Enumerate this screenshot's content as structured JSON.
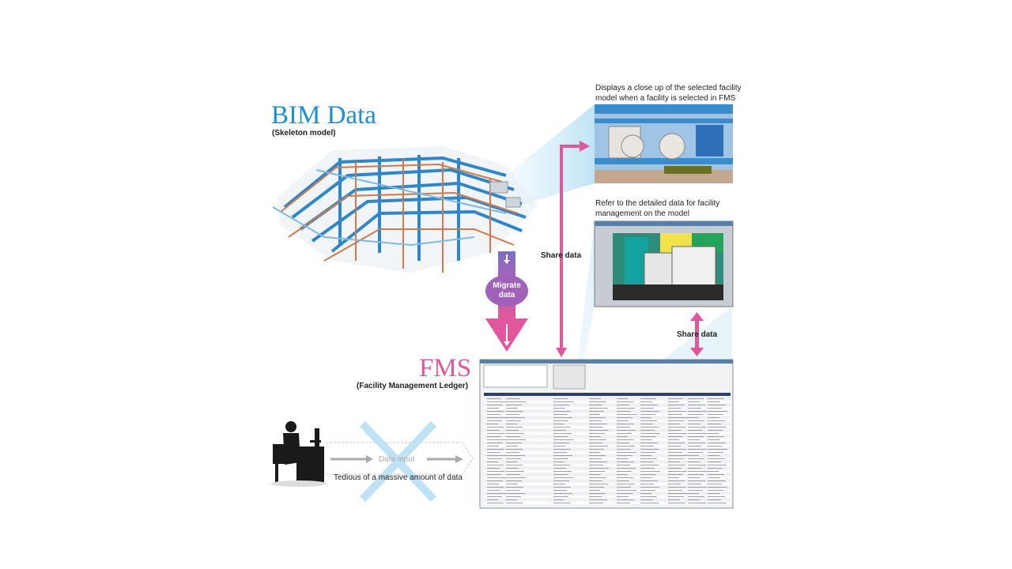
{
  "bim": {
    "title": "BIM Data",
    "subtitle": "(Skeleton model)"
  },
  "fms": {
    "title": "FMS",
    "subtitle": "(Facility Management Ledger)"
  },
  "captions": {
    "closeup": [
      "Displays a close up of the selected facility",
      "model when a facility is selected in FMS"
    ],
    "detailed": [
      "Refer to the detailed data for facility",
      "management on the model"
    ]
  },
  "labels": {
    "share_data_1": "Share data",
    "share_data_2": "Share data",
    "migrate": [
      "Migrate",
      "data"
    ],
    "data_input": "Data input",
    "tedious": "Tedious of a massive amount of data"
  },
  "colors": {
    "bim_blue": "#1c8fd0",
    "fms_pink": "#e0579d",
    "migrate_purple": "#a062b8",
    "light_blue": "#bfe3f5"
  },
  "icons": [
    "bim-skeleton-model-image",
    "facility-closeup-image",
    "facility-detail-window-image",
    "fms-ledger-window-image",
    "person-at-desk-silhouette-icon",
    "cross-out-icon"
  ]
}
